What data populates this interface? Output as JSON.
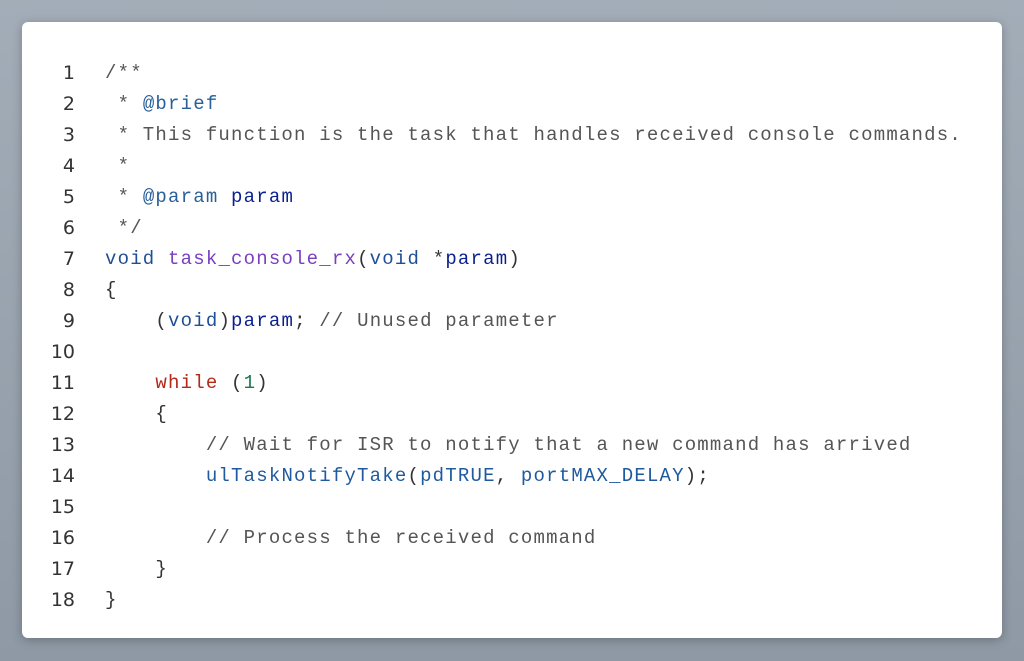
{
  "code": {
    "lines": [
      [
        [
          "cm",
          "/**"
        ]
      ],
      [
        [
          "cm",
          " * "
        ],
        [
          "tag",
          "@brief"
        ]
      ],
      [
        [
          "cm",
          " * This function is the task that handles received console commands."
        ]
      ],
      [
        [
          "cm",
          " *"
        ]
      ],
      [
        [
          "cm",
          " * "
        ],
        [
          "tag",
          "@param"
        ],
        [
          "cm",
          " "
        ],
        [
          "pn",
          "param"
        ]
      ],
      [
        [
          "cm",
          " */"
        ]
      ],
      [
        [
          "kw",
          "void"
        ],
        [
          "pl",
          " "
        ],
        [
          "fn",
          "task_console_rx"
        ],
        [
          "pl",
          "("
        ],
        [
          "kw",
          "void"
        ],
        [
          "pl",
          " *"
        ],
        [
          "id",
          "param"
        ],
        [
          "pl",
          ")"
        ]
      ],
      [
        [
          "pl",
          "{"
        ]
      ],
      [
        [
          "pl",
          "    ("
        ],
        [
          "kw",
          "void"
        ],
        [
          "pl",
          ")"
        ],
        [
          "id",
          "param"
        ],
        [
          "pl",
          "; "
        ],
        [
          "cm",
          "// Unused parameter"
        ]
      ],
      [],
      [
        [
          "pl",
          "    "
        ],
        [
          "ctl",
          "while"
        ],
        [
          "pl",
          " ("
        ],
        [
          "num",
          "1"
        ],
        [
          "pl",
          ")"
        ]
      ],
      [
        [
          "pl",
          "    {"
        ]
      ],
      [
        [
          "pl",
          "        "
        ],
        [
          "cm",
          "// Wait for ISR to notify that a new command has arrived"
        ]
      ],
      [
        [
          "pl",
          "        "
        ],
        [
          "call",
          "ulTaskNotifyTake"
        ],
        [
          "pl",
          "("
        ],
        [
          "call",
          "pdTRUE"
        ],
        [
          "pl",
          ", "
        ],
        [
          "call",
          "portMAX_DELAY"
        ],
        [
          "pl",
          ");"
        ]
      ],
      [],
      [
        [
          "pl",
          "        "
        ],
        [
          "cm",
          "// Process the received command"
        ]
      ],
      [
        [
          "pl",
          "    }"
        ]
      ],
      [
        [
          "pl",
          "}"
        ]
      ]
    ]
  }
}
